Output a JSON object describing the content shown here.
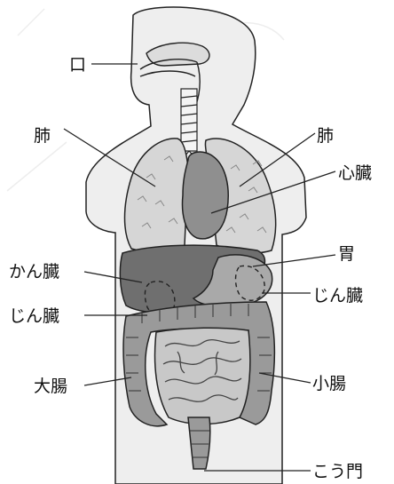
{
  "labels": {
    "mouth": "口",
    "lung_left": "肺",
    "lung_right": "肺",
    "heart": "心臓",
    "stomach": "胃",
    "liver": "かん臓",
    "kidney_right": "じん臓",
    "kidney_left": "じん臓",
    "large_intestine": "大腸",
    "small_intestine": "小腸",
    "anus": "こう門"
  },
  "colors": {
    "outline": "#222222",
    "body": "#eeeeee",
    "lung": "#d6d6d6",
    "heart": "#8f8f8f",
    "liver": "#6f6f6f",
    "stomach": "#a9a9a9",
    "intestine": "#c8c8c8",
    "large_intestine": "#9a9a9a"
  }
}
